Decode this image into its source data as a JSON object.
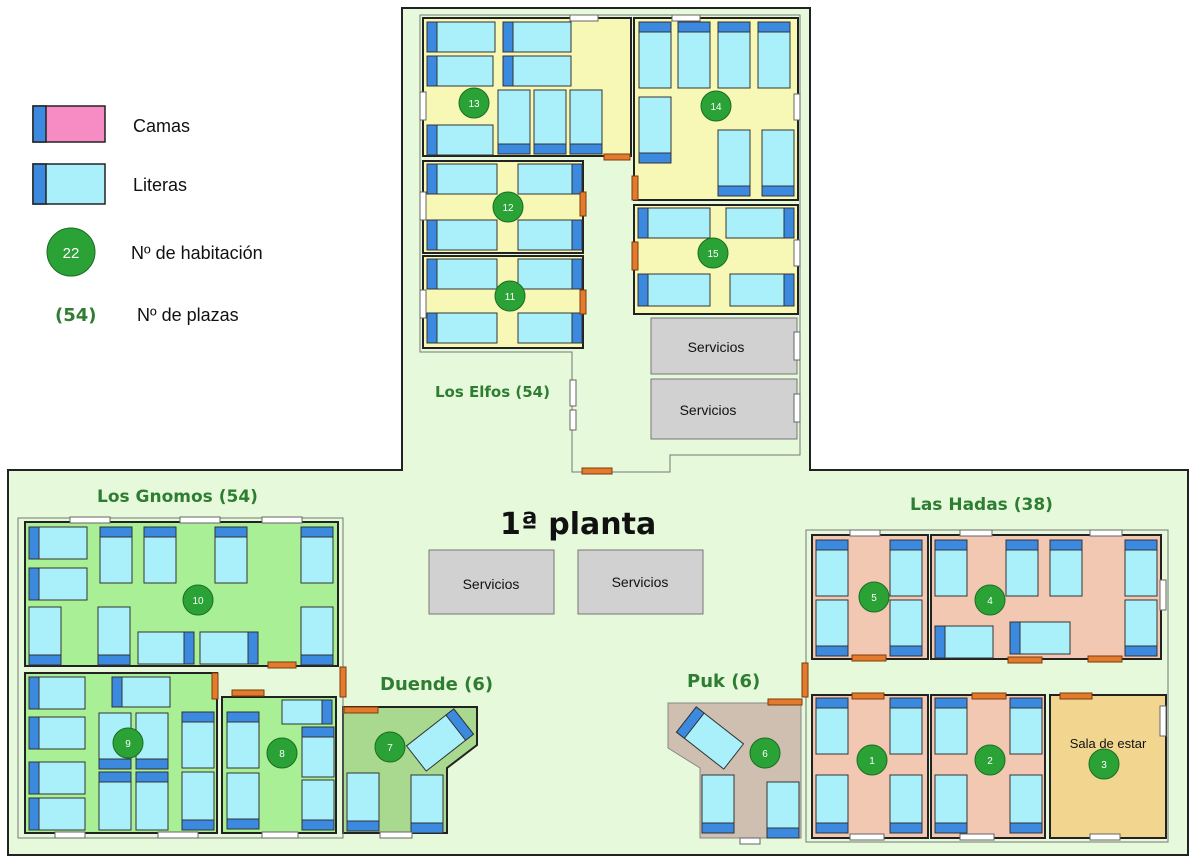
{
  "floor_title": "1ª planta",
  "legend": {
    "beds_label": "Camas",
    "bunks_label": "Literas",
    "room_number_label": "Nº de habitación",
    "room_number_example": "22",
    "places_label": "Nº de plazas",
    "places_example": "(54)"
  },
  "zones": {
    "elfos": "Los Elfos (54)",
    "gnomos": "Los Gnomos (54)",
    "hadas": "Las Hadas (38)",
    "duende": "Duende (6)",
    "puk": "Puk (6)"
  },
  "services": [
    "Servicios",
    "Servicios",
    "Servicios",
    "Servicios"
  ],
  "rooms": [
    "1",
    "2",
    "3",
    "4",
    "5",
    "6",
    "7",
    "8",
    "9",
    "10",
    "11",
    "12",
    "13",
    "14",
    "15"
  ],
  "lounge": "Sala de estar",
  "colors": {
    "floor": "#e6fadb",
    "elfos_room": "#f8f8b6",
    "gnomos_room": "#a9ef96",
    "duende_room": "#a9d98f",
    "hadas_room": "#f2c8b3",
    "puk_room": "#cfbfb0",
    "lounge": "#f2d58f",
    "service": "#d1d1d1",
    "bunk": "#aaf0fa",
    "pillow": "#3b8ae0",
    "bed": "#f78bc3",
    "room_marker": "#2aa236",
    "door": "#e47b2c"
  }
}
